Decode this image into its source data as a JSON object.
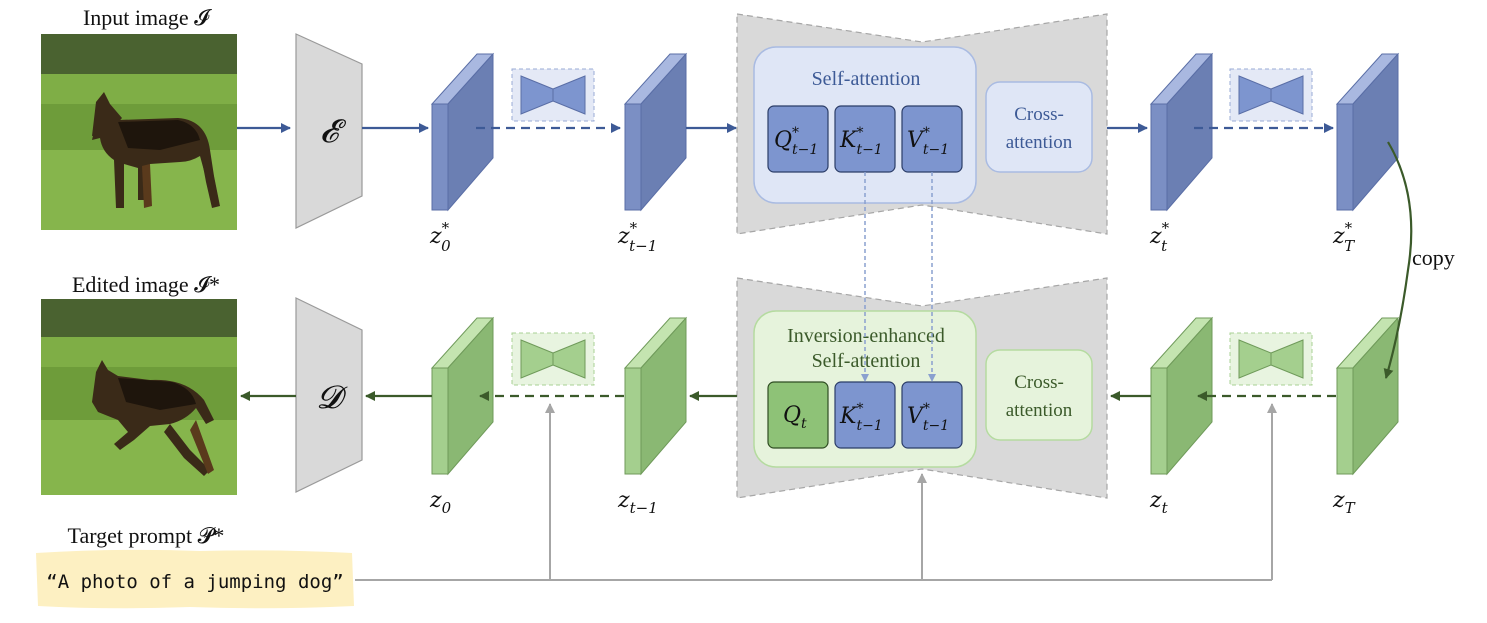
{
  "labels": {
    "input_image": "Input image 𝓘",
    "edited_image": "Edited image 𝓘*",
    "target_prompt_title": "Target prompt 𝓟*",
    "prompt_text": "“A photo of a jumping dog”",
    "copy": "copy"
  },
  "encoder": {
    "symbol": "𝓔"
  },
  "decoder": {
    "symbol": "𝓓"
  },
  "top_unet": {
    "self_attention_title": "Self-attention",
    "cross_attention": [
      "Cross-",
      "attention"
    ],
    "q": {
      "base": "Q",
      "sup": "*",
      "sub": "t−1"
    },
    "k": {
      "base": "K",
      "sup": "*",
      "sub": "t−1"
    },
    "v": {
      "base": "V",
      "sup": "*",
      "sub": "t−1"
    }
  },
  "bottom_unet": {
    "self_attention_title": [
      "Inversion-enhanced",
      "Self-attention"
    ],
    "cross_attention": [
      "Cross-",
      "attention"
    ],
    "q": {
      "base": "Q",
      "sub": "t"
    },
    "k": {
      "base": "K",
      "sup": "*",
      "sub": "t−1"
    },
    "v": {
      "base": "V",
      "sup": "*",
      "sub": "t−1"
    }
  },
  "latents_top": [
    {
      "base": "z",
      "sup": "*",
      "sub": "0"
    },
    {
      "base": "z",
      "sup": "*",
      "sub": "t−1"
    },
    {
      "base": "z",
      "sup": "*",
      "sub": "t"
    },
    {
      "base": "z",
      "sup": "*",
      "sub": "T"
    }
  ],
  "latents_bottom": [
    {
      "base": "z",
      "sub": "0"
    },
    {
      "base": "z",
      "sub": "t−1"
    },
    {
      "base": "z",
      "sub": "t"
    },
    {
      "base": "z",
      "sub": "T"
    }
  ],
  "colors": {
    "blue_front": "#7b8fc4",
    "blue_side": "#6b7fb3",
    "blue_top": "#a9b8e0",
    "blue_box": "#7d95cf",
    "blue_arrow": "#3d5a96",
    "green_front": "#a4cf8e",
    "green_side": "#8ab873",
    "green_top": "#c4e4b0",
    "green_arrow": "#3b5a2a",
    "gray_block": "#d9d9d9",
    "gray_arrow": "#a6a6a6",
    "prompt_bg": "#fdf0c2"
  }
}
